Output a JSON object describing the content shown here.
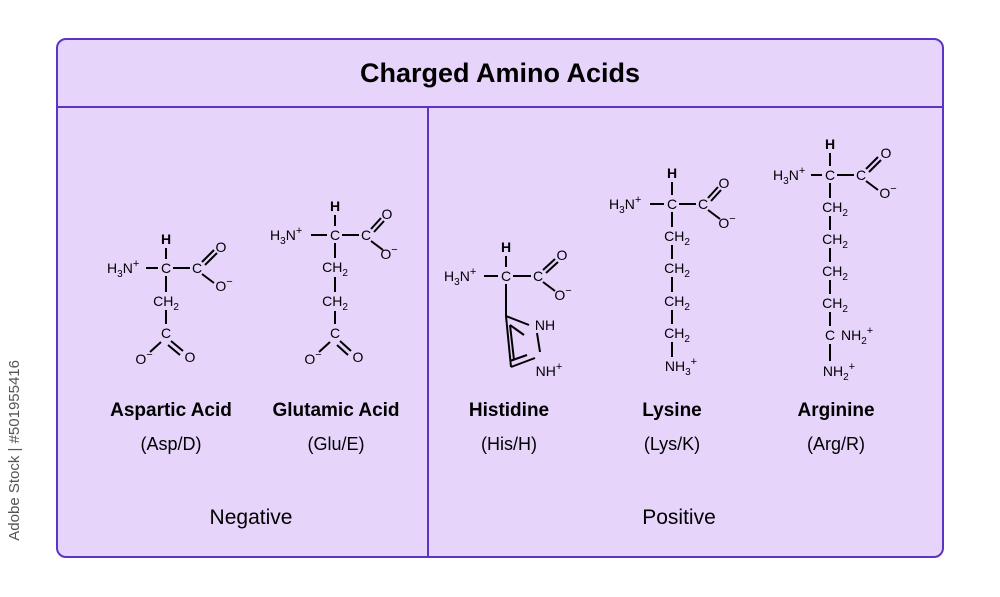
{
  "title": "Charged Amino Acids",
  "groups": {
    "negative": "Negative",
    "positive": "Positive"
  },
  "acids": [
    {
      "name": "Aspartic Acid",
      "abbr": "(Asp/D)"
    },
    {
      "name": "Glutamic Acid",
      "abbr": "(Glu/E)"
    },
    {
      "name": "Histidine",
      "abbr": "(His/H)"
    },
    {
      "name": "Lysine",
      "abbr": "(Lys/K)"
    },
    {
      "name": "Arginine",
      "abbr": "(Arg/R)"
    }
  ],
  "watermark": "Adobe Stock | #501955416",
  "colors": {
    "panel": "#e6d4fb",
    "border": "#5b34c4"
  }
}
